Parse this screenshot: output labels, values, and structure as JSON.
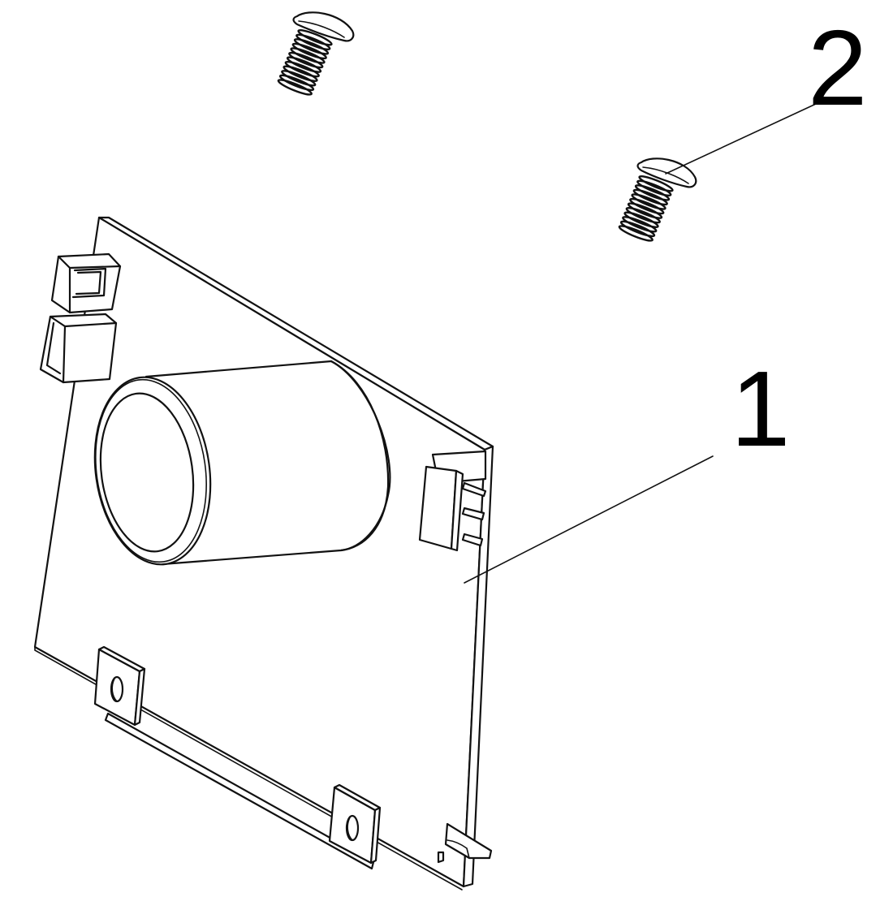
{
  "figure": {
    "type": "exploded isometric line drawing",
    "background": "#ffffff",
    "stroke_color": "#111111"
  },
  "callouts": [
    {
      "number": "1",
      "part": "circuit board assembly (plate with cylindrical component, connectors and mounting tabs)"
    },
    {
      "number": "2",
      "part": "screw"
    }
  ],
  "parts": {
    "screws": {
      "count": 2
    },
    "board": {
      "cylinder_components": 1,
      "left_connectors": 2,
      "right_connectors": 1,
      "mounting_tabs_with_holes": 2,
      "bottom_pin": 1
    }
  }
}
